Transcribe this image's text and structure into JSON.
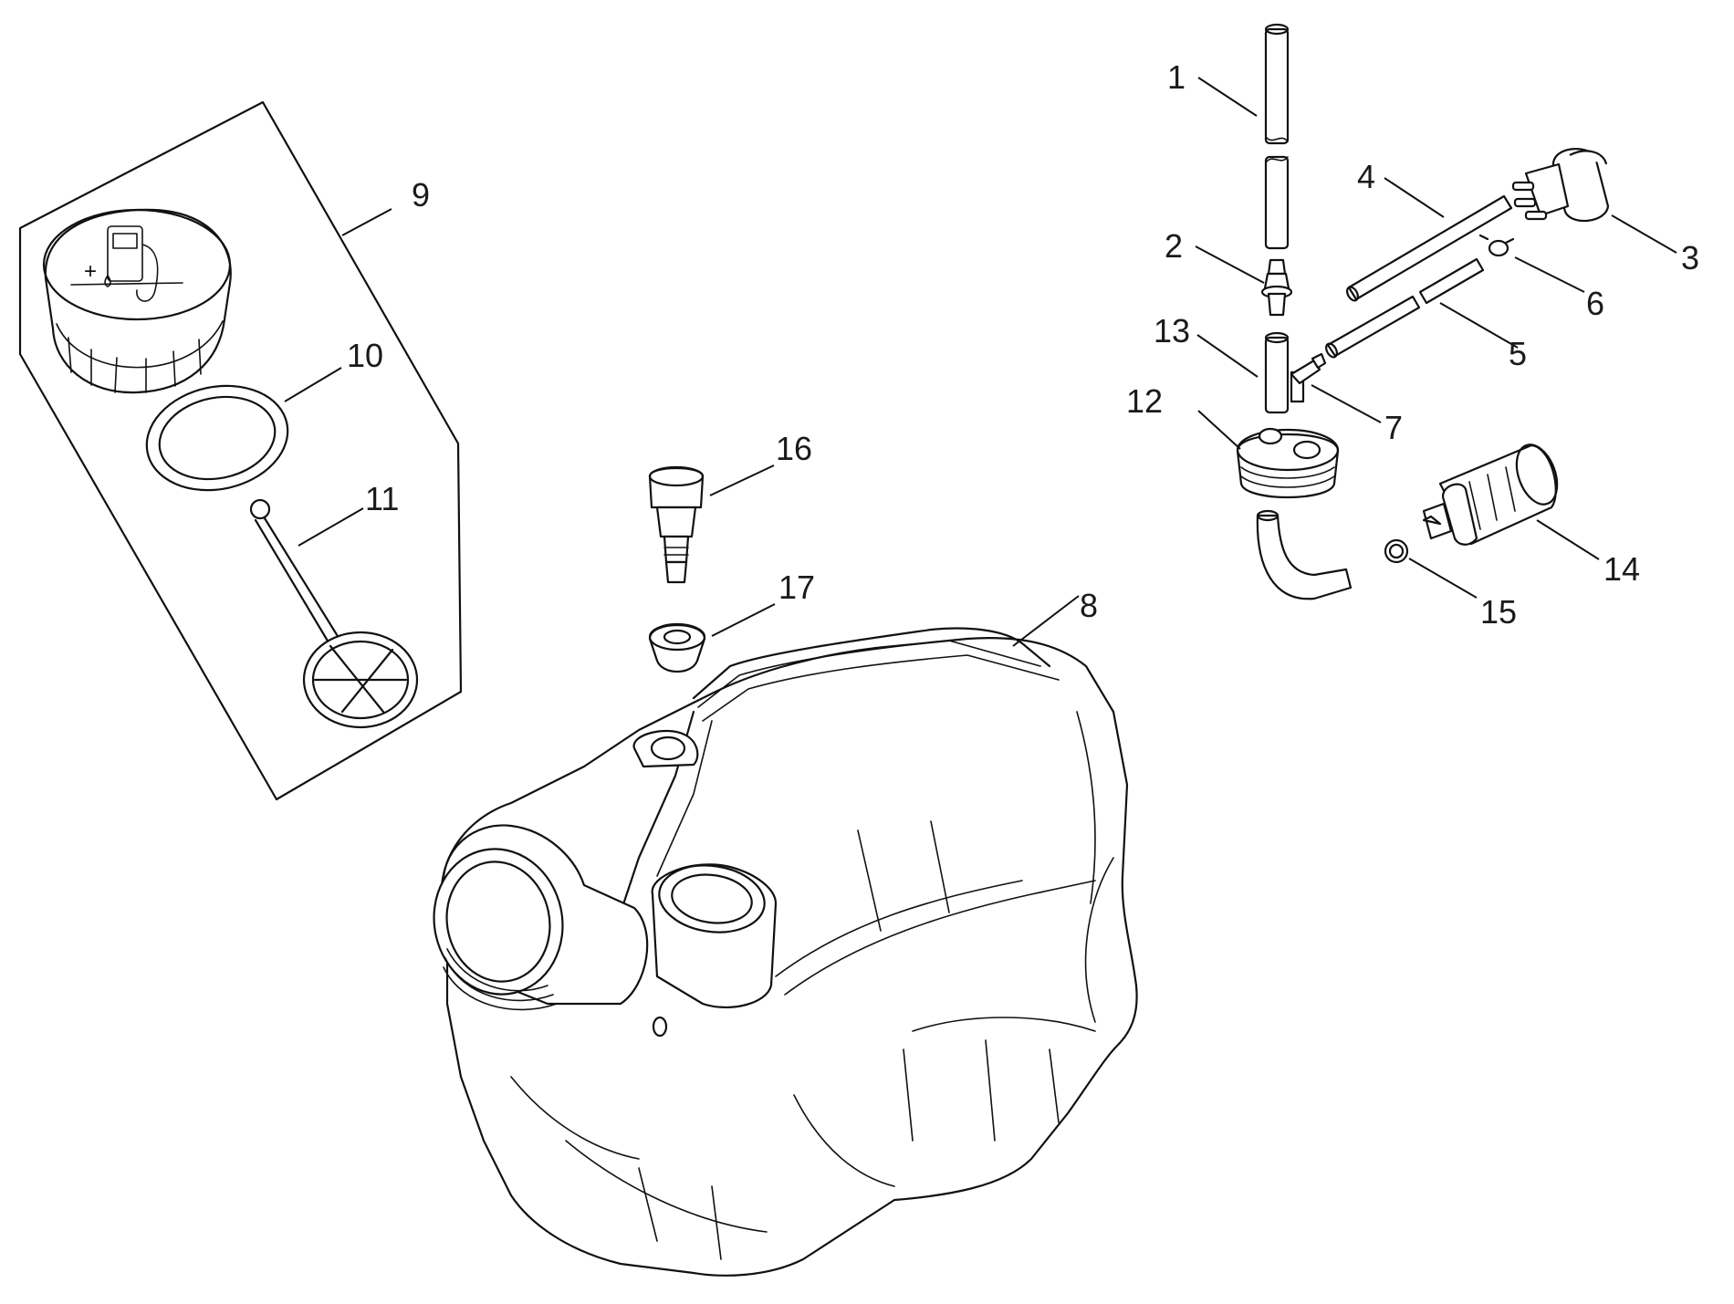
{
  "callouts": [
    "1",
    "2",
    "3",
    "4",
    "5",
    "6",
    "7",
    "8",
    "9",
    "10",
    "11",
    "12",
    "13",
    "14",
    "15",
    "16",
    "17"
  ],
  "parts": {
    "fuel_line": "1",
    "fitting": "2",
    "primer_bulb": "3",
    "hose_upper": "4",
    "hose_lower": "5",
    "hose_clamp": "6",
    "elbow_fitting": "7",
    "fuel_tank": "8",
    "fuel_cap_kit": "9",
    "cap_gasket": "10",
    "cap_tether": "11",
    "tank_grommet_plug": "12",
    "pickup_line": "13",
    "fuel_filter": "14",
    "o_ring": "15",
    "vent_valve": "16",
    "vent_grommet": "17"
  },
  "colors": {
    "line": "#111111",
    "background": "#ffffff"
  }
}
